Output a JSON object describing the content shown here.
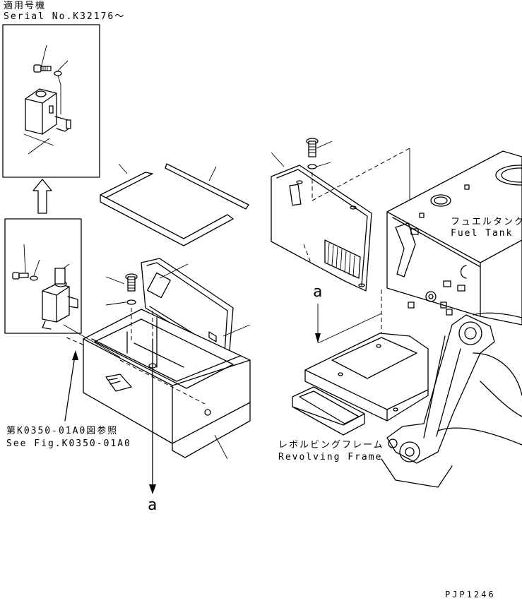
{
  "serial_box": {
    "title_jp": "適用号機",
    "title_en": "Serial No.K32176～"
  },
  "reference": {
    "jp": "第K0350-01A0図参照",
    "en": "See Fig.K0350-01A0"
  },
  "fuel_tank": {
    "jp": "フュエルタンク",
    "en": "Fuel Tank"
  },
  "revolving_frame": {
    "jp": "レボルビングフレーム",
    "en": "Revolving Frame"
  },
  "markers": {
    "a_bottom": "a",
    "a_right": "a"
  },
  "drawing_code": "PJP1246"
}
